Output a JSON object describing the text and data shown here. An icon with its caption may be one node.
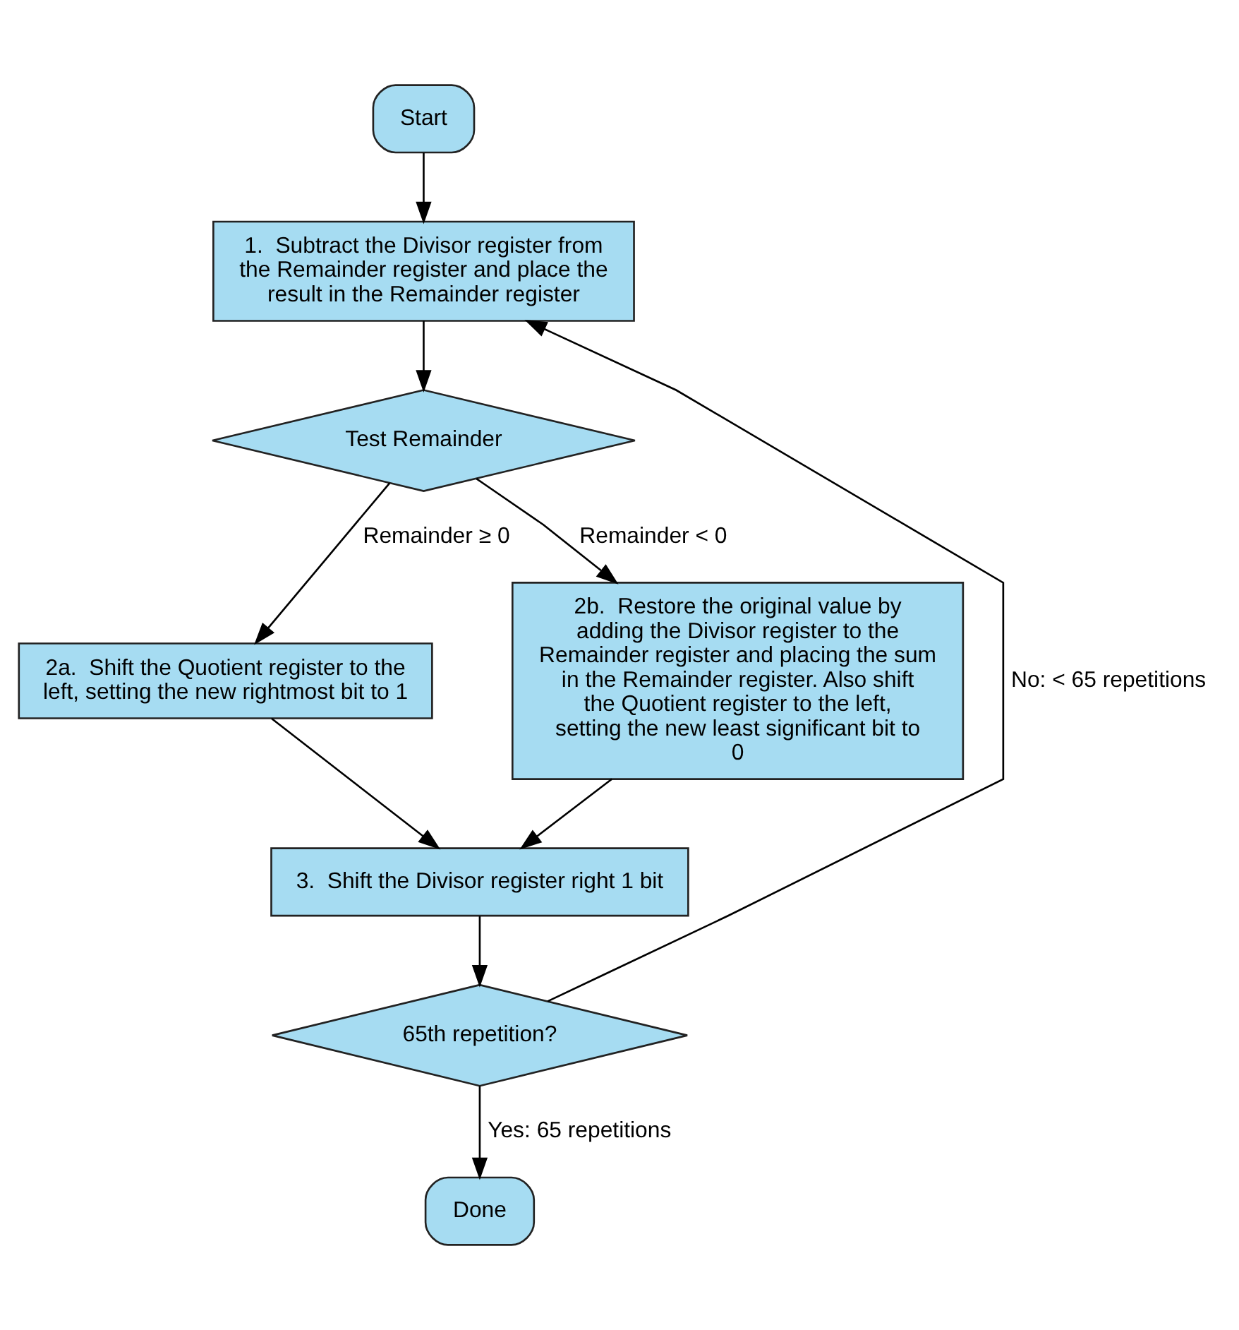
{
  "diagram": {
    "nodes": [
      {
        "text": [
          "Start"
        ]
      },
      {
        "text": [
          "1.  Subtract the Divisor register from the Remainder register and place the result in the Remainder register"
        ]
      },
      {
        "text": [
          "Test Remainder"
        ]
      },
      {
        "text": [
          "2a.  Shift the Quotient register to the left, setting the new rightmost bit to 1"
        ]
      },
      {
        "text": [
          "2b.  Restore the original value by adding the Divisor register to the Remainder register and placing the sum in the Remainder register. Also shift the Quotient register to the left, setting the new least significant bit to 0"
        ]
      },
      {
        "text": [
          "3.  Shift the Divisor register right 1 bit"
        ]
      },
      {
        "text": [
          "65th repetition?"
        ]
      },
      {
        "text": [
          "Done"
        ]
      }
    ],
    "edges": [
      {
        "from": 0,
        "to": 1,
        "arrow": "to"
      },
      {
        "from": 1,
        "to": 2,
        "arrow": "to"
      },
      {
        "from": 2,
        "to": 3,
        "arrow": "to",
        "label": "Remainder ≥ 0"
      },
      {
        "from": 2,
        "to": 4,
        "arrow": "to",
        "label": "Remainder < 0"
      },
      {
        "from": 3,
        "to": 5,
        "arrow": "to"
      },
      {
        "from": 4,
        "to": 5,
        "arrow": "to"
      },
      {
        "from": 5,
        "to": 6,
        "arrow": "to"
      },
      {
        "from": 6,
        "to": 1,
        "arrow": "to",
        "label": "No: < 65 repetitions"
      },
      {
        "from": 6,
        "to": 7,
        "arrow": "to",
        "label": "Yes: 65 repetitions"
      }
    ]
  }
}
